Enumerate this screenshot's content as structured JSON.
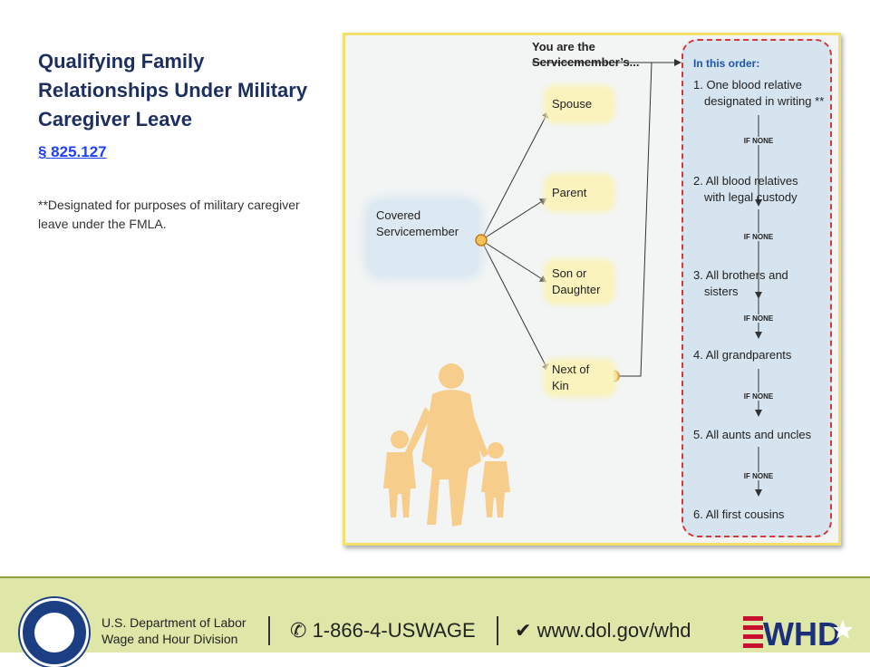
{
  "slide": {
    "title": "Qualifying Family Relationships Under Military Caregiver Leave",
    "link": "§ 825.127",
    "note": "**Designated for purposes of military caregiver leave under the FMLA."
  },
  "diagram": {
    "heading_line1": "You are the",
    "heading_line2": "Servicemember’s...",
    "root_line1": "Covered",
    "root_line2": "Servicemember",
    "relationships": [
      "Spouse",
      "Parent",
      "Son or",
      "Daughter",
      "Next of Kin"
    ],
    "order_title": "In this order:",
    "order_items": [
      "1. One blood relative",
      "designated in writing **",
      "2. All blood relatives",
      "with legal custody",
      "3. All brothers and",
      "sisters",
      "4. All grandparents",
      "5. All aunts and uncles",
      "6. All first cousins"
    ],
    "if_none": "IF NONE"
  },
  "footer": {
    "dept_line1": "U.S. Department of Labor",
    "dept_line2": "Wage and Hour Division",
    "phone": "1-866-4-USWAGE",
    "website": "www.dol.gov/whd",
    "logo": "WHD"
  },
  "colors": {
    "title": "#1d2f5e",
    "link": "#1f3fff",
    "frame": "#f5df6c",
    "node_fill": "#fbf3bd",
    "order_panel": "#d6e4ef",
    "dashed_border": "#d23a3a",
    "footer_bg": "#dfe7a8"
  }
}
